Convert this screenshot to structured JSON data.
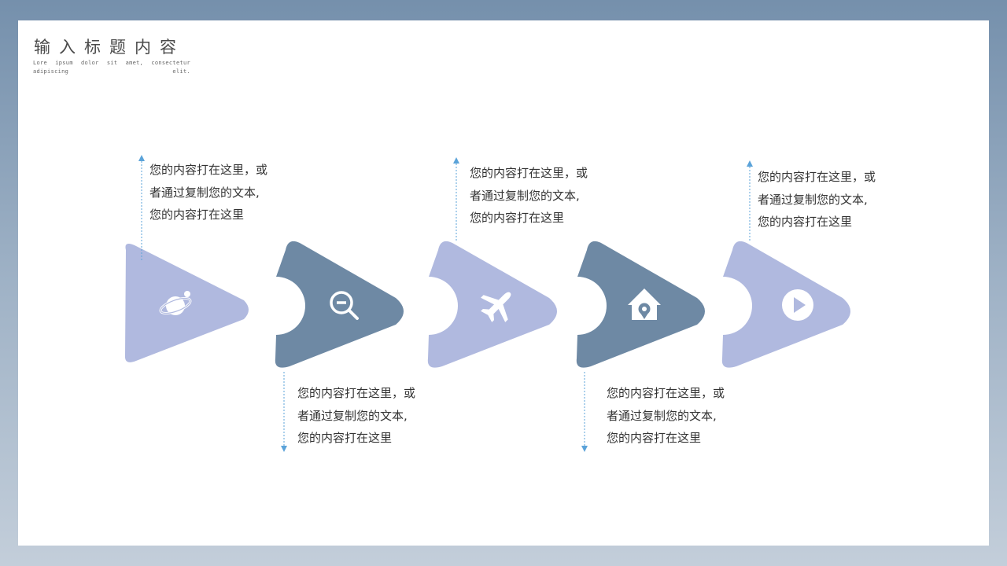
{
  "header": {
    "title": "输入标题内容",
    "subtitle": "Lore ipsum dolor sit amet, consectetur adipiscing elit."
  },
  "colors": {
    "light": "#b0b9df",
    "dark": "#6e89a4",
    "arrow": "#5ba3d9"
  },
  "steps": [
    {
      "icon": "planet-icon",
      "tone": "light",
      "text_position": "top",
      "lines": [
        "您的内容打在这里，或",
        "者通过复制您的文本,",
        "您的内容打在这里"
      ]
    },
    {
      "icon": "zoom-out-icon",
      "tone": "dark",
      "text_position": "bottom",
      "lines": [
        "您的内容打在这里，或",
        "者通过复制您的文本,",
        "您的内容打在这里"
      ]
    },
    {
      "icon": "airplane-icon",
      "tone": "light",
      "text_position": "top",
      "lines": [
        "您的内容打在这里，或",
        "者通过复制您的文本,",
        "您的内容打在这里"
      ]
    },
    {
      "icon": "home-location-icon",
      "tone": "dark",
      "text_position": "bottom",
      "lines": [
        "您的内容打在这里，或",
        "者通过复制您的文本,",
        "您的内容打在这里"
      ]
    },
    {
      "icon": "play-icon",
      "tone": "light",
      "text_position": "top",
      "lines": [
        "您的内容打在这里，或",
        "者通过复制您的文本,",
        "您的内容打在这里"
      ]
    }
  ]
}
